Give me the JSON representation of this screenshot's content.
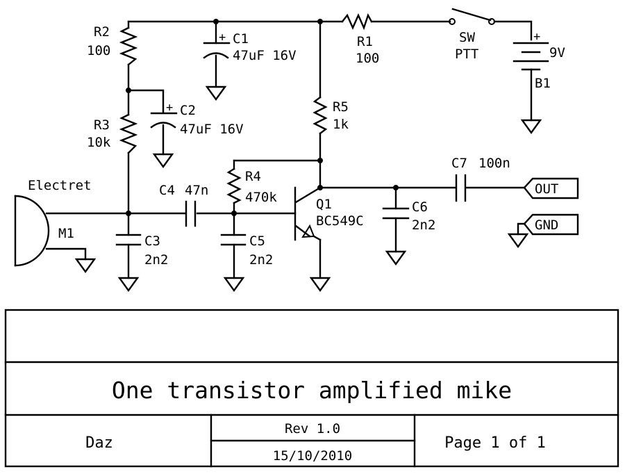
{
  "schematic": {
    "components": {
      "R1": {
        "ref": "R1",
        "value": "100"
      },
      "R2": {
        "ref": "R2",
        "value": "100"
      },
      "R3": {
        "ref": "R3",
        "value": "10k"
      },
      "R4": {
        "ref": "R4",
        "value": "470k"
      },
      "R5": {
        "ref": "R5",
        "value": "1k"
      },
      "C1": {
        "ref": "C1",
        "value": "47uF 16V"
      },
      "C2": {
        "ref": "C2",
        "value": "47uF 16V"
      },
      "C3": {
        "ref": "C3",
        "value": "2n2"
      },
      "C4": {
        "ref": "C4",
        "value": "47n"
      },
      "C5": {
        "ref": "C5",
        "value": "2n2"
      },
      "C6": {
        "ref": "C6",
        "value": "2n2"
      },
      "C7": {
        "ref": "C7",
        "value": "100n"
      },
      "Q1": {
        "ref": "Q1",
        "value": "BC549C"
      },
      "M1": {
        "ref": "M1",
        "value": "Electret"
      },
      "SW": {
        "ref": "SW",
        "value": "PTT"
      },
      "B1": {
        "ref": "B1",
        "value": "9V",
        "polarity": "+"
      }
    },
    "ports": {
      "out": "OUT",
      "gnd": "GND"
    },
    "polarity_plus": "+"
  },
  "title_block": {
    "title": "One transistor amplified mike",
    "author": "Daz",
    "revision": "Rev 1.0",
    "date": "15/10/2010",
    "page": "Page 1 of 1"
  }
}
